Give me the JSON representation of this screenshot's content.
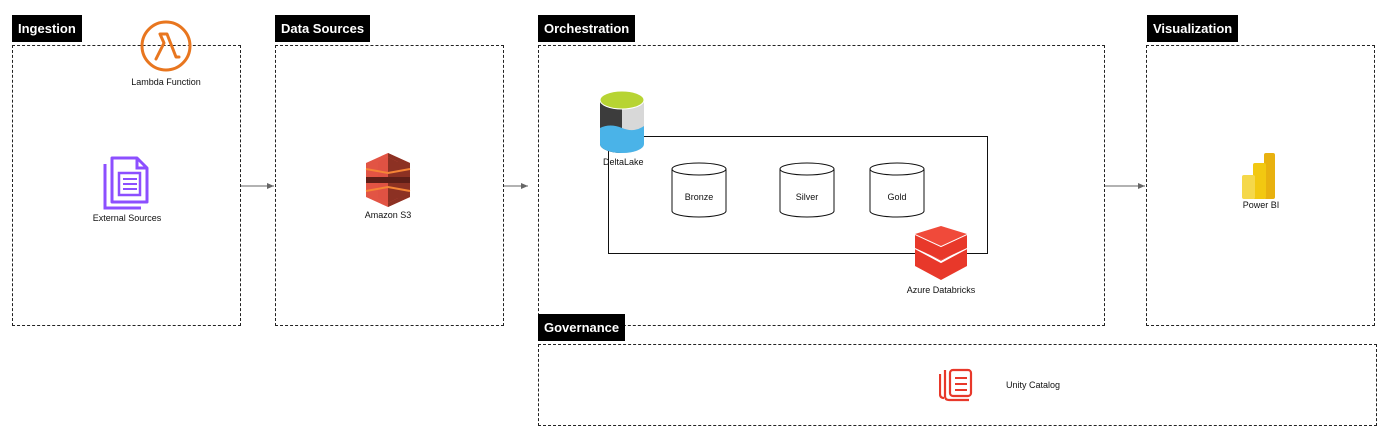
{
  "sections": {
    "ingestion": "Ingestion",
    "data_sources": "Data Sources",
    "orchestration": "Orchestration",
    "visualization": "Visualization",
    "governance": "Governance"
  },
  "nodes": {
    "lambda": "Lambda Function",
    "external_sources": "External Sources",
    "amazon_s3": "Amazon S3",
    "deltalake": "DeltaLake",
    "bronze": "Bronze",
    "silver": "Silver",
    "gold": "Gold",
    "azure_databricks": "Azure Databricks",
    "power_bi": "Power BI",
    "unity_catalog": "Unity Catalog"
  },
  "icons": {
    "lambda": "aws-lambda-icon",
    "external_sources": "document-icon",
    "amazon_s3": "amazon-s3-icon",
    "deltalake": "deltalake-icon",
    "azure_databricks": "databricks-icon",
    "power_bi": "power-bi-icon",
    "unity_catalog": "unity-catalog-icon"
  },
  "edges": [
    {
      "from": "ingestion",
      "to": "data_sources"
    },
    {
      "from": "data_sources",
      "to": "orchestration"
    },
    {
      "from": "orchestration",
      "to": "visualization"
    }
  ],
  "colors": {
    "lambda": "#e8761f",
    "external_sources": "#8c4fff",
    "s3": "#c7402f",
    "databricks": "#e8382a",
    "powerbi": "#f2c811",
    "unity": "#e8382a",
    "delta_top": "#b7d433",
    "delta_dark": "#3c3c3c",
    "delta_blue": "#4ab3e8"
  }
}
